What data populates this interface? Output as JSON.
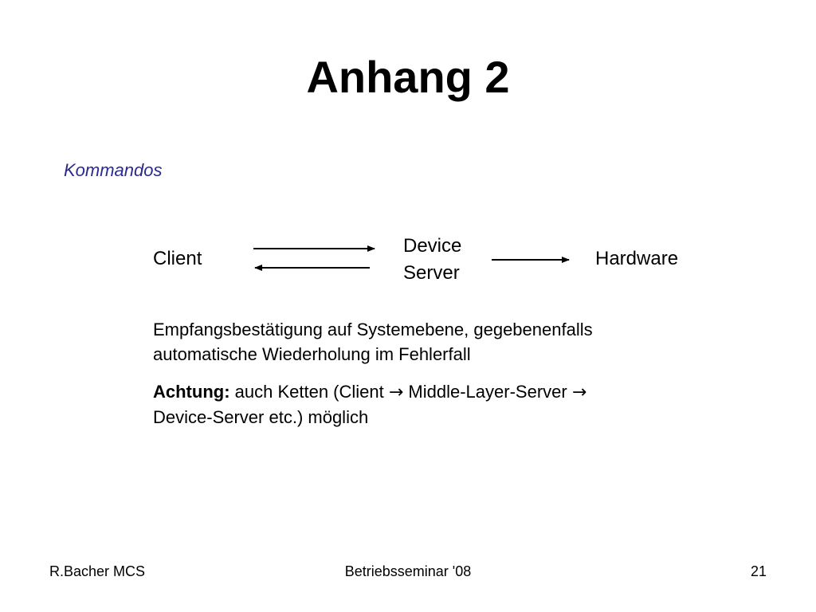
{
  "slide": {
    "title": "Anhang 2",
    "subtitle": "Kommandos"
  },
  "diagram": {
    "nodes": {
      "client": "Client",
      "device_server_line1": "Device",
      "device_server_line2": "Server",
      "hardware": "Hardware"
    },
    "edges": [
      {
        "from": "Client",
        "to": "Device Server"
      },
      {
        "from": "Device Server",
        "to": "Client"
      },
      {
        "from": "Device Server",
        "to": "Hardware"
      }
    ]
  },
  "body": {
    "paragraph1_line1": "Empfangsbestätigung auf Systemebene, gegebenenfalls",
    "paragraph1_line2": "automatische Wiederholung im Fehlerfall",
    "paragraph2_bold": "Achtung:",
    "paragraph2_text1": " auch Ketten (Client ",
    "paragraph2_arrow1": "→",
    "paragraph2_text2": " Middle-Layer-Server ",
    "paragraph2_arrow2": "→",
    "paragraph2_line2": "Device-Server etc.) möglich"
  },
  "footer": {
    "left": "R.Bacher MCS",
    "center": "Betriebsseminar '08",
    "right": "21"
  },
  "colors": {
    "subtitle": "#2b2b8f",
    "text": "#000000",
    "background": "#ffffff"
  }
}
